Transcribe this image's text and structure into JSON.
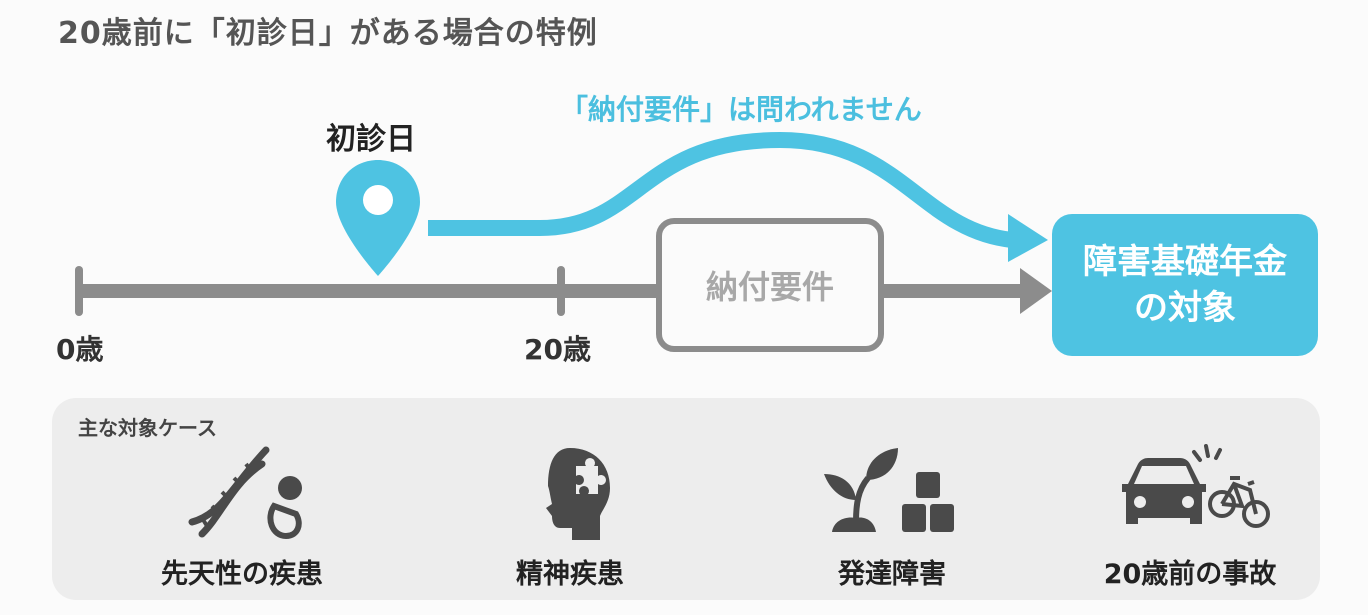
{
  "title": "20歳前に「初診日」がある場合の特例",
  "timeline": {
    "first_visit_label": "初診日",
    "curve_label": "「納付要件」は問われません",
    "ticks": [
      {
        "label": "0歳"
      },
      {
        "label": "20歳"
      }
    ],
    "requirement_box": "納付要件",
    "target_box": {
      "line1": "障害基礎年金",
      "line2": "の対象"
    }
  },
  "cases": {
    "title": "主な対象ケース",
    "items": [
      {
        "icon": "dna-baby-icon",
        "label": "先天性の疾患"
      },
      {
        "icon": "head-puzzle-icon",
        "label": "精神疾患"
      },
      {
        "icon": "sprout-blocks-icon",
        "label": "発達障害"
      },
      {
        "icon": "car-bicycle-icon",
        "label": "20歳前の事故"
      }
    ]
  },
  "colors": {
    "accent": "#4ec3e2",
    "timeline_gray": "#8c8c8c",
    "icon_dark": "#4a4a4a",
    "panel_bg": "#ededed"
  }
}
